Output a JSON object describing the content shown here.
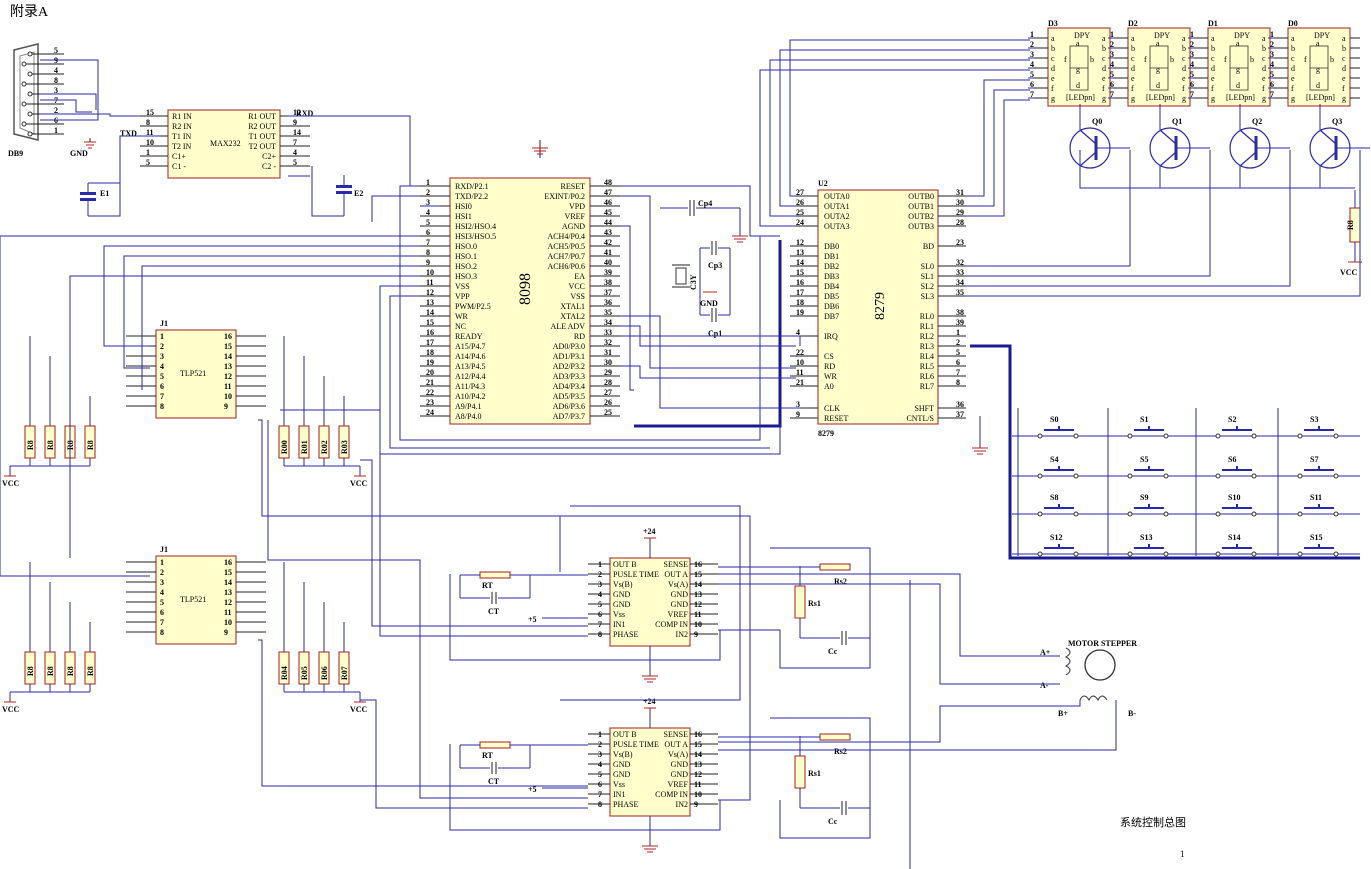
{
  "header": {
    "title": "附录A"
  },
  "footer": {
    "caption": "系统控制总图",
    "page": "1"
  },
  "nets": {
    "gnd": "GND",
    "vcc": "VCC",
    "p24": "+24",
    "p5": "+5",
    "rxd": "RXD",
    "txd": "TXD"
  },
  "db9": {
    "ref": "DB9",
    "pins": [
      "5",
      "9",
      "4",
      "8",
      "3",
      "7",
      "2",
      "6",
      "1"
    ]
  },
  "max232": {
    "name": "MAX232",
    "left": [
      {
        "n": "15",
        "t": "R1 IN"
      },
      {
        "n": "8",
        "t": "R2 IN"
      },
      {
        "n": "11",
        "t": "T1 IN"
      },
      {
        "n": "10",
        "t": "T2 IN"
      },
      {
        "n": "1",
        "t": "C1+"
      },
      {
        "n": "5",
        "t": "C1 -"
      }
    ],
    "right": [
      {
        "n": "12",
        "t": "R1 OUT"
      },
      {
        "n": "9",
        "t": "R2 OUT"
      },
      {
        "n": "14",
        "t": "T1 OUT"
      },
      {
        "n": "7",
        "t": "T2 OUT"
      },
      {
        "n": "4",
        "t": "C2+"
      },
      {
        "n": "5",
        "t": "C2 -"
      }
    ],
    "caps": [
      "E1",
      "E2"
    ]
  },
  "mcu": {
    "name": "8098",
    "left": [
      {
        "n": "1",
        "t": "RXD/P2.1"
      },
      {
        "n": "2",
        "t": "TXD/P2.2"
      },
      {
        "n": "3",
        "t": "HSI0"
      },
      {
        "n": "4",
        "t": "HSI1"
      },
      {
        "n": "5",
        "t": "HSI2/HSO.4"
      },
      {
        "n": "6",
        "t": "HSI3/HSO.5"
      },
      {
        "n": "7",
        "t": "HSO.0"
      },
      {
        "n": "8",
        "t": "HSO.1"
      },
      {
        "n": "9",
        "t": "HSO.2"
      },
      {
        "n": "10",
        "t": "HSO.3"
      },
      {
        "n": "11",
        "t": "VSS"
      },
      {
        "n": "12",
        "t": "VPP"
      },
      {
        "n": "13",
        "t": "PWM/P2.5"
      },
      {
        "n": "14",
        "t": "WR"
      },
      {
        "n": "15",
        "t": "NC"
      },
      {
        "n": "16",
        "t": "READY"
      },
      {
        "n": "17",
        "t": "A15/P4.7"
      },
      {
        "n": "18",
        "t": "A14/P4.6"
      },
      {
        "n": "19",
        "t": "A13/P4.5"
      },
      {
        "n": "20",
        "t": "A12/P4.4"
      },
      {
        "n": "21",
        "t": "A11/P4.3"
      },
      {
        "n": "22",
        "t": "A10/P4.2"
      },
      {
        "n": "23",
        "t": "A9/P4.1"
      },
      {
        "n": "24",
        "t": "A8/P4.0"
      }
    ],
    "right": [
      {
        "n": "48",
        "t": "RESET"
      },
      {
        "n": "47",
        "t": "EXINT/P0.2"
      },
      {
        "n": "46",
        "t": "VPD"
      },
      {
        "n": "45",
        "t": "VREF"
      },
      {
        "n": "44",
        "t": "AGND"
      },
      {
        "n": "43",
        "t": "ACH4/P0.4"
      },
      {
        "n": "42",
        "t": "ACH5/P0.5"
      },
      {
        "n": "41",
        "t": "ACH7/P0.7"
      },
      {
        "n": "40",
        "t": "ACH6/P0.6"
      },
      {
        "n": "39",
        "t": "EA"
      },
      {
        "n": "38",
        "t": "VCC"
      },
      {
        "n": "37",
        "t": "VSS"
      },
      {
        "n": "36",
        "t": "XTAL1"
      },
      {
        "n": "35",
        "t": "XTAL2"
      },
      {
        "n": "34",
        "t": "ALE ADV"
      },
      {
        "n": "33",
        "t": "RD"
      },
      {
        "n": "32",
        "t": "AD0/P3.0"
      },
      {
        "n": "31",
        "t": "AD1/P3.1"
      },
      {
        "n": "30",
        "t": "AD2/P3.2"
      },
      {
        "n": "29",
        "t": "AD3/P3.3"
      },
      {
        "n": "28",
        "t": "AD4/P3.4"
      },
      {
        "n": "27",
        "t": "AD5/P3.5"
      },
      {
        "n": "26",
        "t": "AD6/P3.6"
      },
      {
        "n": "25",
        "t": "AD7/P3.7"
      }
    ],
    "parts": [
      "Cp4",
      "Cp3",
      "Cp1",
      "C3Y",
      "GND"
    ]
  },
  "kbd": {
    "ref": "U2",
    "name": "8279",
    "refBottom": "8279",
    "left": [
      {
        "n": "27",
        "t": "OUTA0"
      },
      {
        "n": "26",
        "t": "OUTA1"
      },
      {
        "n": "25",
        "t": "OUTA2"
      },
      {
        "n": "24",
        "t": "OUTA3"
      },
      {
        "n": "12",
        "t": "DB0"
      },
      {
        "n": "13",
        "t": "DB1"
      },
      {
        "n": "14",
        "t": "DB2"
      },
      {
        "n": "15",
        "t": "DB3"
      },
      {
        "n": "16",
        "t": "DB4"
      },
      {
        "n": "17",
        "t": "DB5"
      },
      {
        "n": "18",
        "t": "DB6"
      },
      {
        "n": "19",
        "t": "DB7"
      },
      {
        "n": "4",
        "t": "IRQ"
      },
      {
        "n": "22",
        "t": "CS"
      },
      {
        "n": "10",
        "t": "RD"
      },
      {
        "n": "11",
        "t": "WR"
      },
      {
        "n": "21",
        "t": "A0"
      },
      {
        "n": "3",
        "t": "CLK"
      },
      {
        "n": "9",
        "t": "RESET"
      }
    ],
    "right": [
      {
        "n": "31",
        "t": "OUTB0"
      },
      {
        "n": "30",
        "t": "OUTB1"
      },
      {
        "n": "29",
        "t": "OUTB2"
      },
      {
        "n": "28",
        "t": "OUTB3"
      },
      {
        "n": "23",
        "t": "BD"
      },
      {
        "n": "32",
        "t": "SL0"
      },
      {
        "n": "33",
        "t": "SL1"
      },
      {
        "n": "34",
        "t": "SL2"
      },
      {
        "n": "35",
        "t": "SL3"
      },
      {
        "n": "38",
        "t": "RL0"
      },
      {
        "n": "39",
        "t": "RL1"
      },
      {
        "n": "1",
        "t": "RL2"
      },
      {
        "n": "2",
        "t": "RL3"
      },
      {
        "n": "5",
        "t": "RL4"
      },
      {
        "n": "6",
        "t": "RL5"
      },
      {
        "n": "7",
        "t": "RL6"
      },
      {
        "n": "8",
        "t": "RL7"
      },
      {
        "n": "36",
        "t": "SHFT"
      },
      {
        "n": "37",
        "t": "CNTL/S"
      }
    ]
  },
  "displays": [
    {
      "ref": "D3",
      "type": "DPY",
      "label": "[LEDpn]"
    },
    {
      "ref": "D2",
      "type": "DPY",
      "label": "[LEDpn]"
    },
    {
      "ref": "D1",
      "type": "DPY",
      "label": "[LEDpn]"
    },
    {
      "ref": "D0",
      "type": "DPY",
      "label": "[LEDpn]"
    }
  ],
  "display_pins": [
    "1",
    "2",
    "3",
    "4",
    "5",
    "6",
    "7"
  ],
  "segments": [
    "a",
    "b",
    "c",
    "d",
    "e",
    "f",
    "g"
  ],
  "transistors": [
    "Q0",
    "Q1",
    "Q2",
    "Q3"
  ],
  "resistor_r": "R8",
  "switches": [
    "S0",
    "S1",
    "S2",
    "S3",
    "S4",
    "S5",
    "S6",
    "S7",
    "S8",
    "S9",
    "S10",
    "S11",
    "S12",
    "S13",
    "S14",
    "S15"
  ],
  "opto": [
    {
      "ref": "J1",
      "name": "TLP521",
      "left": [
        "1",
        "2",
        "3",
        "4",
        "5",
        "6",
        "7",
        "8"
      ],
      "right": [
        "16",
        "15",
        "14",
        "13",
        "12",
        "11",
        "10",
        "9"
      ],
      "resLeft": [
        "R8",
        "R8",
        "R8",
        "R8"
      ],
      "resRight": [
        "R00",
        "R01",
        "R02",
        "R03"
      ]
    },
    {
      "ref": "J1",
      "name": "TLP521",
      "left": [
        "1",
        "2",
        "3",
        "4",
        "5",
        "6",
        "7",
        "8"
      ],
      "right": [
        "16",
        "15",
        "14",
        "13",
        "12",
        "11",
        "10",
        "9"
      ],
      "resLeft": [
        "R8",
        "R8",
        "R8",
        "R8"
      ],
      "resRight": [
        "R04",
        "R05",
        "R06",
        "R07"
      ]
    }
  ],
  "drivers": [
    {
      "left": [
        {
          "n": "1",
          "t": "OUT B"
        },
        {
          "n": "2",
          "t": "PUSLE TIME"
        },
        {
          "n": "3",
          "t": "Vs(B)"
        },
        {
          "n": "4",
          "t": "GND"
        },
        {
          "n": "5",
          "t": "GND"
        },
        {
          "n": "6",
          "t": "Vss"
        },
        {
          "n": "7",
          "t": "IN1"
        },
        {
          "n": "8",
          "t": "PHASE"
        }
      ],
      "right": [
        {
          "n": "16",
          "t": "SENSE"
        },
        {
          "n": "15",
          "t": "OUT A"
        },
        {
          "n": "14",
          "t": "Vs(A)"
        },
        {
          "n": "13",
          "t": "GND"
        },
        {
          "n": "12",
          "t": "GND"
        },
        {
          "n": "11",
          "t": "VREF"
        },
        {
          "n": "10",
          "t": "COMP IN"
        },
        {
          "n": "9",
          "t": "IN2"
        }
      ],
      "parts": [
        "RT",
        "CT",
        "Rs1",
        "Rs2",
        "Cc"
      ]
    },
    {
      "left": [
        {
          "n": "1",
          "t": "OUT B"
        },
        {
          "n": "2",
          "t": "PUSLE TIME"
        },
        {
          "n": "3",
          "t": "Vs(B)"
        },
        {
          "n": "4",
          "t": "GND"
        },
        {
          "n": "5",
          "t": "GND"
        },
        {
          "n": "6",
          "t": "Vss"
        },
        {
          "n": "7",
          "t": "IN1"
        },
        {
          "n": "8",
          "t": "PHASE"
        }
      ],
      "right": [
        {
          "n": "16",
          "t": "SENSE"
        },
        {
          "n": "15",
          "t": "OUT A"
        },
        {
          "n": "14",
          "t": "Vs(A)"
        },
        {
          "n": "13",
          "t": "GND"
        },
        {
          "n": "12",
          "t": "GND"
        },
        {
          "n": "11",
          "t": "VREF"
        },
        {
          "n": "10",
          "t": "COMP IN"
        },
        {
          "n": "9",
          "t": "IN2"
        }
      ],
      "parts": [
        "RT",
        "CT",
        "Rs1",
        "Rs2",
        "Cc"
      ]
    }
  ],
  "motor": {
    "title": "MOTOR STEPPER",
    "a_plus": "A+",
    "a_minus": "A-",
    "b_plus": "B+",
    "b_minus": "B-"
  }
}
